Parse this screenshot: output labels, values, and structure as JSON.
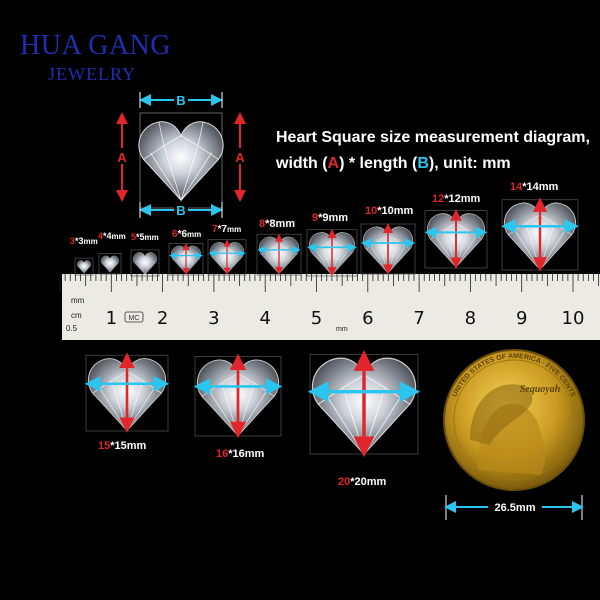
{
  "brand": {
    "name": "HUA GANG",
    "sub": "JEWELRY"
  },
  "title": {
    "line1": "Heart Square size measurement diagram,",
    "line2_pre": "width (",
    "a": "A",
    "line2_mid": ") * length (",
    "b": "B",
    "line2_post": "), unit: mm"
  },
  "diagram_labels": {
    "a": "A",
    "b": "B"
  },
  "sizes_top": [
    {
      "n1": "3",
      "n2": "3",
      "unit": "mm"
    },
    {
      "n1": "4",
      "n2": "4",
      "unit": "mm"
    },
    {
      "n1": "5",
      "n2": "5",
      "unit": "mm"
    },
    {
      "n1": "6",
      "n2": "6",
      "unit": "mm"
    },
    {
      "n1": "7",
      "n2": "7",
      "unit": "mm"
    },
    {
      "n1": "8",
      "n2": "8",
      "unit": "mm"
    },
    {
      "n1": "9",
      "n2": "9",
      "unit": "mm"
    },
    {
      "n1": "10",
      "n2": "10",
      "unit": "mm"
    },
    {
      "n1": "12",
      "n2": "12",
      "unit": "mm"
    },
    {
      "n1": "14",
      "n2": "14",
      "unit": "mm"
    }
  ],
  "sizes_bottom": [
    {
      "n1": "15",
      "n2": "15",
      "unit": "mm"
    },
    {
      "n1": "16",
      "n2": "16",
      "unit": "mm"
    },
    {
      "n1": "20",
      "n2": "20",
      "unit": "mm"
    }
  ],
  "ruler": {
    "numbers": [
      "1",
      "2",
      "3",
      "4",
      "5",
      "6",
      "7",
      "8",
      "9",
      "10"
    ],
    "cm": "cm",
    "mm": "mm",
    "sub": "0.5",
    "logo": "MC"
  },
  "coin": {
    "text": "Sequoyah",
    "legend": "UNITED STATES OF AMERICA · FIVE CENTS",
    "size": "26.5mm"
  }
}
